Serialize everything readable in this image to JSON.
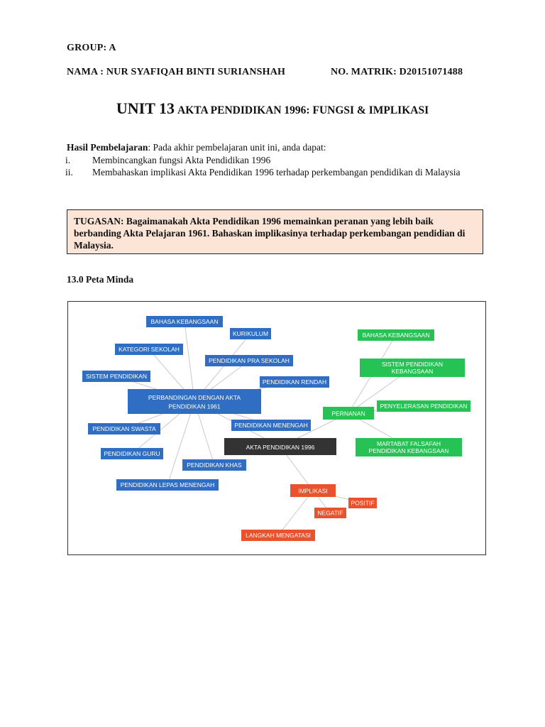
{
  "header": {
    "group": "GROUP: A",
    "nama": "NAMA  : NUR SYAFIQAH BINTI SURIANSHAH",
    "matrik": "NO. MATRIK: D20151071488"
  },
  "title": {
    "unit": "UNIT 13",
    "subtitle": "AKTA PENDIDIKAN 1996: FUNGSI & IMPLIKASI"
  },
  "learning": {
    "label": "Hasil Pembelajaran",
    "intro": ": Pada akhir pembelajaran unit ini, anda dapat:",
    "objectives": [
      {
        "num": "i.",
        "text": "Membincangkan fungsi Akta Pendidikan 1996"
      },
      {
        "num": "ii.",
        "text": "Membahaskan implikasi Akta Pendidikan 1996 terhadap perkembangan pendidikan di Malaysia"
      }
    ]
  },
  "task": {
    "text": "TUGASAN: Bagaimanakah Akta Pendidikan 1996 memainkan peranan yang lebih baik berbanding Akta Pelajaran 1961. Bahaskan implikasinya terhadap perkembangan pendidian di Malaysia."
  },
  "section": {
    "title": "13.0  Peta Minda"
  },
  "mindmap": {
    "colors": {
      "center": "#333333",
      "blue": "#2f6ec2",
      "green": "#27c254",
      "red": "#e8532e",
      "line": "#c9c9c9"
    },
    "center": "AKTA PENDIDIKAN 1996",
    "blue_hub": [
      "PERBANDINGAN DENGAN AKTA",
      "PENDIDIKAN 1961"
    ],
    "blue": [
      "BAHASA KEBANGSAAN",
      "KURIKULUM",
      "KATEGORI SEKOLAH",
      "PENDIDIKAN PRA SEKOLAH",
      "SISTEM PENDIDIKAN",
      "PENDIDIKAN RENDAH",
      "PENDIDIKAN MENENGAH",
      "PENDIDIKAN SWASTA",
      "PENDIDIKAN GURU",
      "PENDIDIKAN KHAS",
      "PENDIDIKAN LEPAS MENENGAH"
    ],
    "green_hub": "PERNANAN",
    "green": [
      "BAHASA KEBANGSAAN",
      [
        "SISTEM PENDIDIKAN",
        "KEBANGSAAN"
      ],
      "PENYELERASAN PENDIDIKAN",
      [
        "MARTABAT FALSAFAH",
        "PENDIDIKAN KEBANGSAAN"
      ]
    ],
    "red_hub": "IMPLIKASI",
    "red": [
      "POSITIF",
      "NEGATIF",
      "LANGKAH MENGATASI"
    ]
  }
}
